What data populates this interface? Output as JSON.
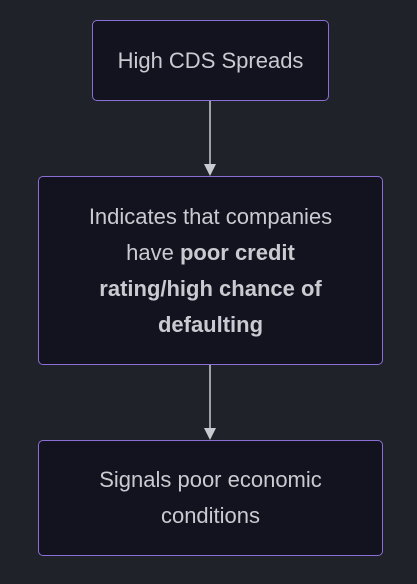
{
  "nodes": {
    "n1": {
      "text": "High CDS Spreads"
    },
    "n2": {
      "prefix": "Indicates that companies have ",
      "bold": "poor credit rating/high chance of defaulting"
    },
    "n3": {
      "text": "Signals poor economic conditions"
    }
  },
  "colors": {
    "background": "#1f2229",
    "node_fill": "#13121f",
    "node_border": "#8b6fd6",
    "text": "#c9cbd0",
    "edge": "#c9cbd0"
  }
}
